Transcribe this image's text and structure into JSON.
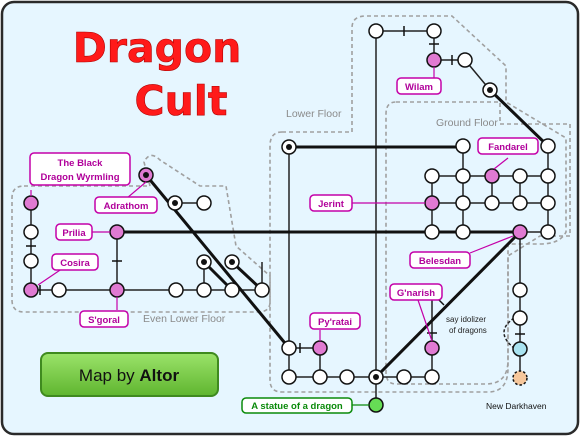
{
  "title": {
    "line1": "Dragon",
    "line2": "Cult"
  },
  "credit": {
    "prefix": "Map by ",
    "author": "Altor"
  },
  "areas": {
    "lower_floor": "Lower Floor",
    "ground_floor": "Ground Floor",
    "even_lower_floor": "Even Lower Floor"
  },
  "npcs": {
    "black_dragon_line1": "The Black",
    "black_dragon_line2": "Dragon Wyrmling",
    "adrathom": "Adrathom",
    "prilia": "Prilia",
    "cosira": "Cosira",
    "sgoral": "S'goral",
    "wilam": "Wilam",
    "fandarel": "Fandarel",
    "jerint": "Jerint",
    "belesdan": "Belesdan",
    "gnarish": "G'narish",
    "pyratai": "Py'ratai"
  },
  "notes": {
    "idolizer_line1": "say idolizer",
    "idolizer_line2": "of dragons"
  },
  "places": {
    "new_darkhaven": "New Darkhaven",
    "statue": "A statue of a dragon"
  },
  "colors": {
    "background": "#e6f6ff",
    "border": "#2a2a2a",
    "title": "#ff1a1a",
    "npc_room": "#e07ad2",
    "npc_label_border": "#c400a8",
    "npc_label_text": "#b0009a",
    "statue_room": "#66dd55",
    "statue_label": "#0a8a0a",
    "exit_blue": "#a8e2f0",
    "exit_orange": "#f6c79c",
    "button_fill": "#7ad144",
    "button_border": "#3f8a1f"
  }
}
